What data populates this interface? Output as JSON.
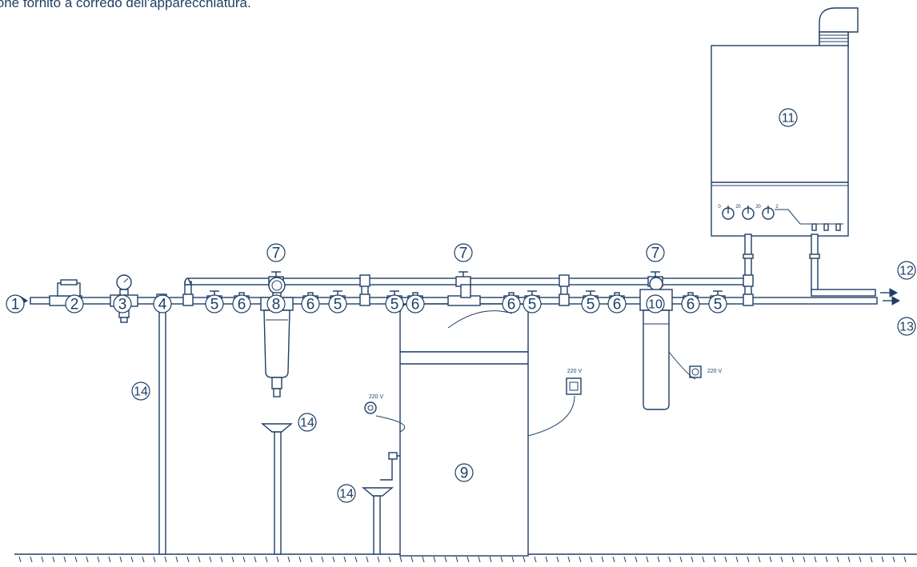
{
  "caption": "ione fornito a corredo dell'apparecchiatura.",
  "labels": {
    "l1": "1",
    "l2": "2",
    "l3": "3",
    "l4": "4",
    "l5": "5",
    "l6": "6",
    "l7": "7",
    "l8": "8",
    "l9": "9",
    "l10": "10",
    "l11": "11",
    "l12": "12",
    "l13": "13",
    "l14": "14"
  },
  "voltage": "220 V",
  "knob_scale": {
    "min": "0",
    "max": "2"
  },
  "colors": {
    "ink": "#1f3f66",
    "background": "#ffffff"
  }
}
